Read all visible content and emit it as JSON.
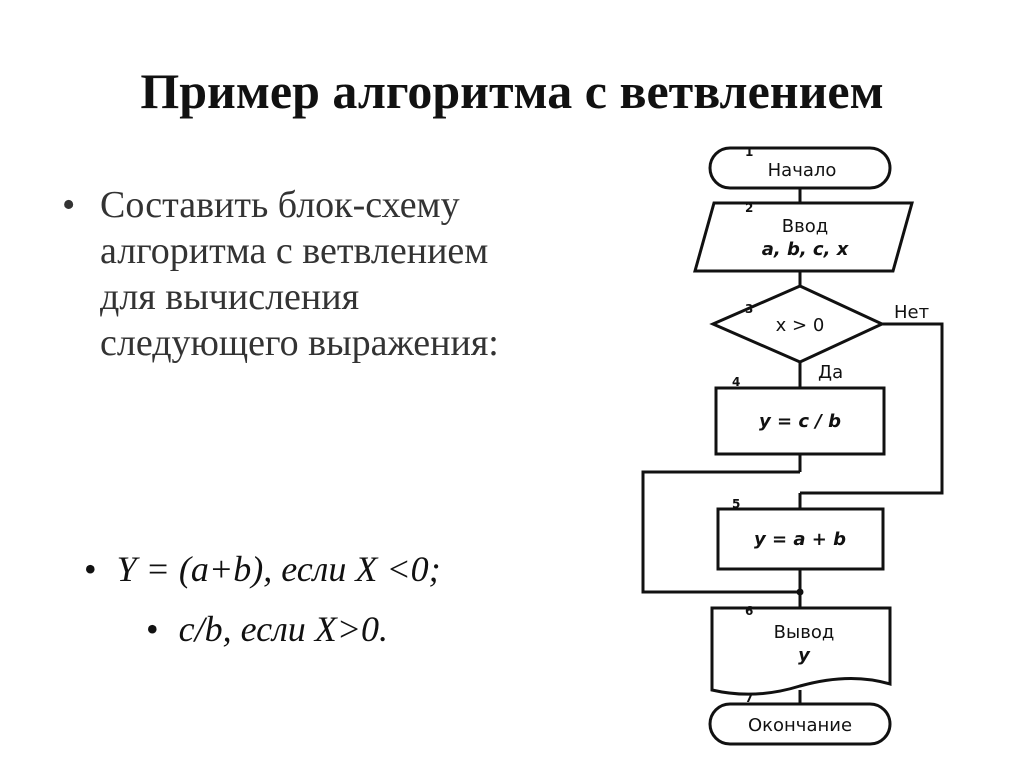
{
  "slide": {
    "title": "Пример алгоритма с ветвлением",
    "bullet_symbol": "•",
    "task_text": "Составить блок-схему алгоритма с ветвлением для вычисления следующего выражения:",
    "formula_1": "Y = (a+b), если X <0;",
    "formula_2": "c/b, если X>0."
  },
  "flowchart": {
    "blocks": [
      {
        "number": "1",
        "shape": "terminator",
        "lines": [
          "Начало"
        ]
      },
      {
        "number": "2",
        "shape": "input-output",
        "lines": [
          "Ввод",
          "a, b, c, x"
        ]
      },
      {
        "number": "3",
        "shape": "decision",
        "lines": [
          "x > 0"
        ]
      },
      {
        "number": "4",
        "shape": "process",
        "lines": [
          "y = c / b"
        ]
      },
      {
        "number": "5",
        "shape": "process",
        "lines": [
          "y = a + b"
        ]
      },
      {
        "number": "6",
        "shape": "document",
        "lines": [
          "Вывод",
          "y"
        ]
      },
      {
        "number": "7",
        "shape": "terminator",
        "lines": [
          "Окончание"
        ]
      }
    ],
    "yes_label": "Да",
    "no_label": "Нет"
  }
}
